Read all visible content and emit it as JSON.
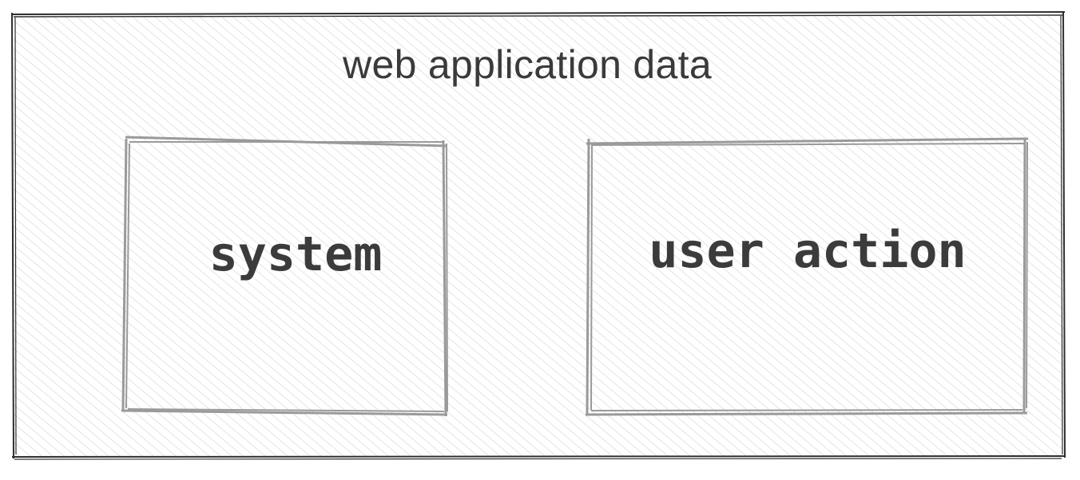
{
  "diagram": {
    "container": {
      "label": "web application data"
    },
    "boxes": [
      {
        "label": "system"
      },
      {
        "label": "user action"
      }
    ]
  },
  "colors": {
    "outer_stroke": "#2e2e2e",
    "inner_stroke": "#9a9a9a",
    "hatch": "#cfcfcf",
    "text": "#3a3a3a"
  }
}
